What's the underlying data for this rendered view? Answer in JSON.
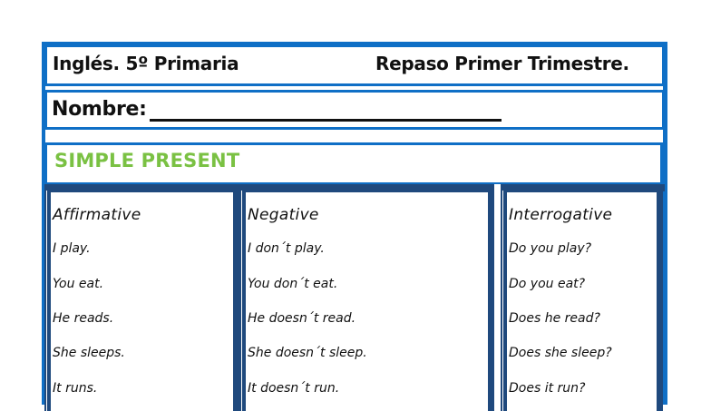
{
  "header": {
    "subject": "Inglés. 5º Primaria",
    "title": "Repaso Primer Trimestre."
  },
  "name_field": {
    "label": "Nombre:",
    "value": ""
  },
  "section": {
    "title": "SIMPLE PRESENT"
  },
  "colors": {
    "frame_blue": "#0f6fc6",
    "table_navy": "#1f497d",
    "section_green": "#7ac143"
  },
  "table": {
    "columns": [
      {
        "heading": "Affirmative",
        "items": [
          "I play.",
          "You eat.",
          "He reads.",
          "She sleeps.",
          "It runs."
        ]
      },
      {
        "heading": "Negative",
        "items": [
          "I don´t play.",
          "You don´t eat.",
          "He doesn´t read.",
          "She doesn´t sleep.",
          "It doesn´t run."
        ]
      },
      {
        "heading": "Interrogative",
        "items": [
          "Do you play?",
          "Do you eat?",
          "Does he read?",
          "Does she sleep?",
          "Does it run?"
        ]
      }
    ]
  }
}
